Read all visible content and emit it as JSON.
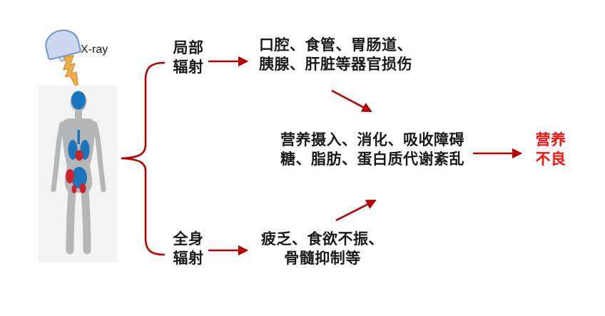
{
  "colors": {
    "arrow_red": "#B80000",
    "outcome_red": "#FA0F0C",
    "panel_gray": "#F3F3F4",
    "silhouette_gray": "#B5B6B8",
    "organ_blue": "#1B75BC",
    "organ_red": "#C9252B",
    "machine_fill": "#CDD8EF",
    "machine_stroke": "#6A96D8",
    "beam_fill": "#F1AF4B",
    "beam_stroke": "#D98E2B"
  },
  "diagram": {
    "source": {
      "xray_label": "X-ray"
    },
    "branches": {
      "local": {
        "line1": "局部",
        "line2": "辐射"
      },
      "systemic": {
        "line1": "全身",
        "line2": "辐射"
      }
    },
    "effects": {
      "local_damage": {
        "line1": "口腔、食管、胃肠道、",
        "line2": "胰腺、肝脏等器官损伤"
      },
      "metabolic": {
        "line1": "营养摄入、消化、吸收障碍",
        "line2": "糖、脂肪、蛋白质代谢紊乱"
      },
      "systemic_symptoms": {
        "line1": "疲乏、食欲不振、",
        "line2": "骨髓抑制等"
      }
    },
    "outcome": {
      "line1": "营养",
      "line2": "不良"
    }
  }
}
